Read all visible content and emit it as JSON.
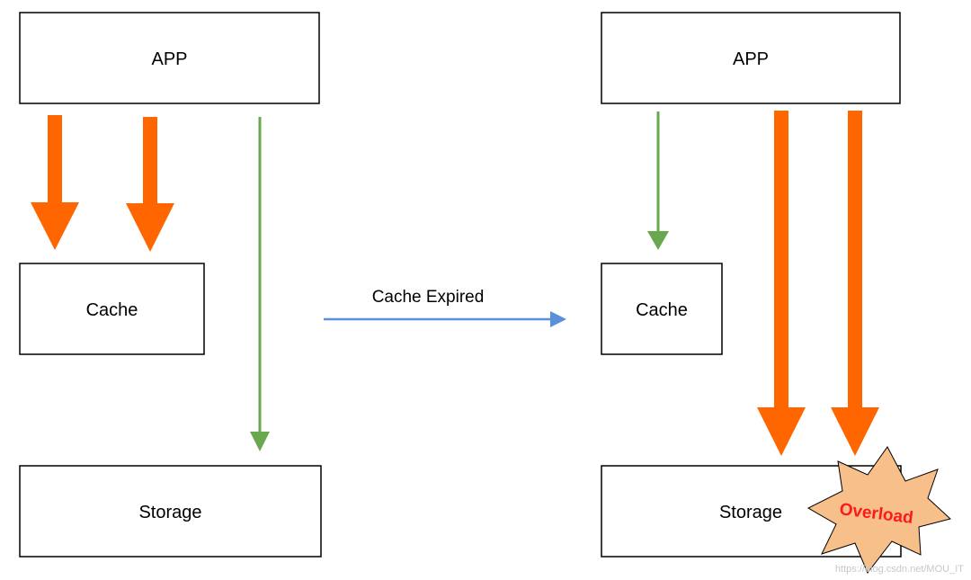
{
  "colors": {
    "heavy_arrow": "#ff6600",
    "light_arrow": "#6aa84f",
    "transition_arrow": "#5b8fd9",
    "burst_fill": "#f7c08a",
    "burst_text": "#ff1a1a",
    "box_border": "#000000"
  },
  "left": {
    "app_label": "APP",
    "cache_label": "Cache",
    "storage_label": "Storage"
  },
  "right": {
    "app_label": "APP",
    "cache_label": "Cache",
    "storage_label": "Storage",
    "overload_label": "Overload"
  },
  "transition": {
    "label": "Cache Expired"
  },
  "watermark": "https://blog.csdn.net/MOU_IT"
}
